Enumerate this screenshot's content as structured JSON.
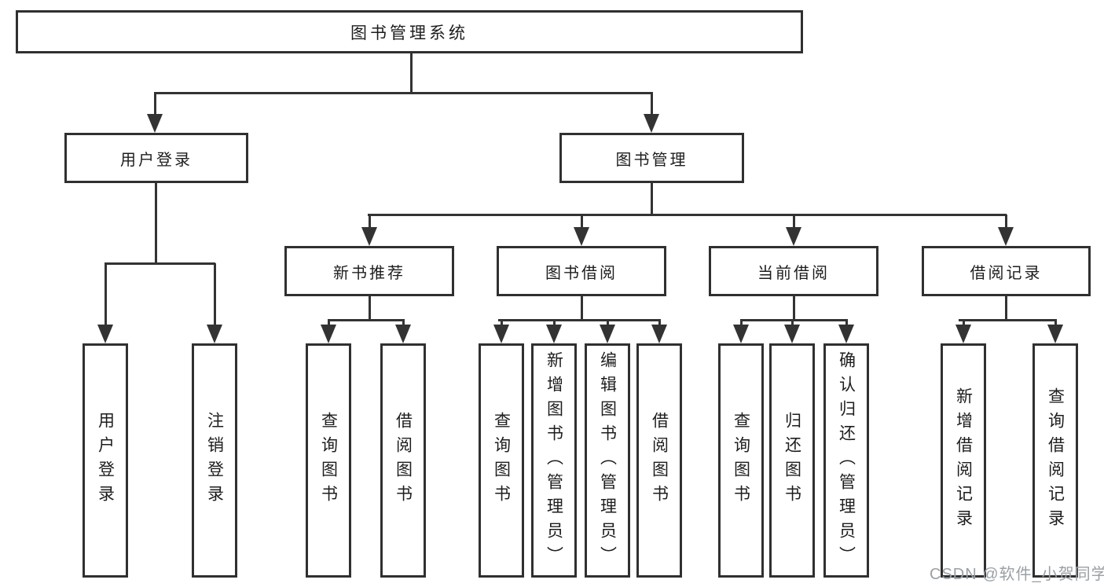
{
  "diagram": {
    "title": "图书管理系统",
    "level2": [
      {
        "label": "用户登录"
      },
      {
        "label": "图书管理"
      }
    ],
    "level3": [
      {
        "label": "新书推荐"
      },
      {
        "label": "图书借阅"
      },
      {
        "label": "当前借阅"
      },
      {
        "label": "借阅记录"
      }
    ],
    "leaves": [
      {
        "label": "用户登录"
      },
      {
        "label": "注销登录"
      },
      {
        "label": "查询图书"
      },
      {
        "label": "借阅图书"
      },
      {
        "label": "查询图书"
      },
      {
        "label": "新增图书（管理员）"
      },
      {
        "label": "编辑图书（管理员）"
      },
      {
        "label": "借阅图书"
      },
      {
        "label": "查询图书"
      },
      {
        "label": "归还图书"
      },
      {
        "label": "确认归还（管理员）"
      },
      {
        "label": "新增借阅记录"
      },
      {
        "label": "查询借阅记录"
      }
    ]
  },
  "watermark": "CSDN @软件_小贺同学",
  "colors": {
    "line": "#333333",
    "border": "#303030",
    "text": "#1d1d1f",
    "watermark": "#9aa0a6",
    "background": "#ffffff"
  }
}
